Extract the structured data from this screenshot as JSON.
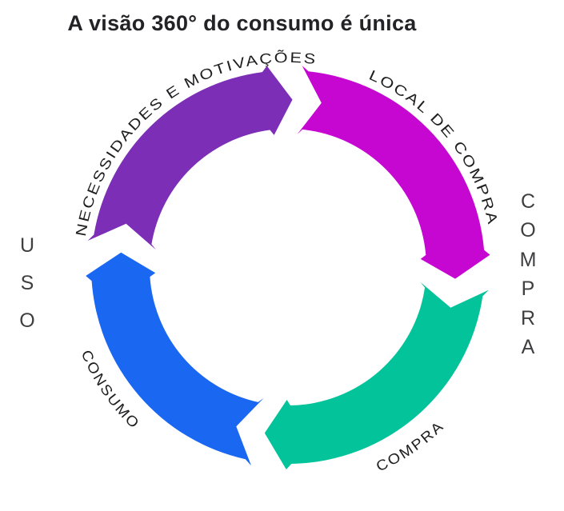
{
  "title": "A visão 360° do consumo é única",
  "side_labels": {
    "left": "USO",
    "right": "COMPRA"
  },
  "diagram": {
    "type": "cycle",
    "direction": "clockwise",
    "segments": [
      {
        "id": "necessidades-e-motivacoes",
        "label": "NECESSIDADES E MOTIVAÇÕES",
        "color": "#7C2EB6",
        "position": "top-left"
      },
      {
        "id": "local-de-compra",
        "label": "LOCAL DE COMPRA",
        "color": "#C607D2",
        "position": "top-right"
      },
      {
        "id": "compra",
        "label": "COMPRA",
        "color": "#02C39A",
        "position": "bottom-right"
      },
      {
        "id": "consumo",
        "label": "CONSUMO",
        "color": "#1A67F2",
        "position": "bottom-left"
      }
    ]
  },
  "colors": {
    "background": "#FFFFFF",
    "title_text": "#232327",
    "segment_label_text": "#1E1E21",
    "side_label_text": "#3F3F42"
  }
}
